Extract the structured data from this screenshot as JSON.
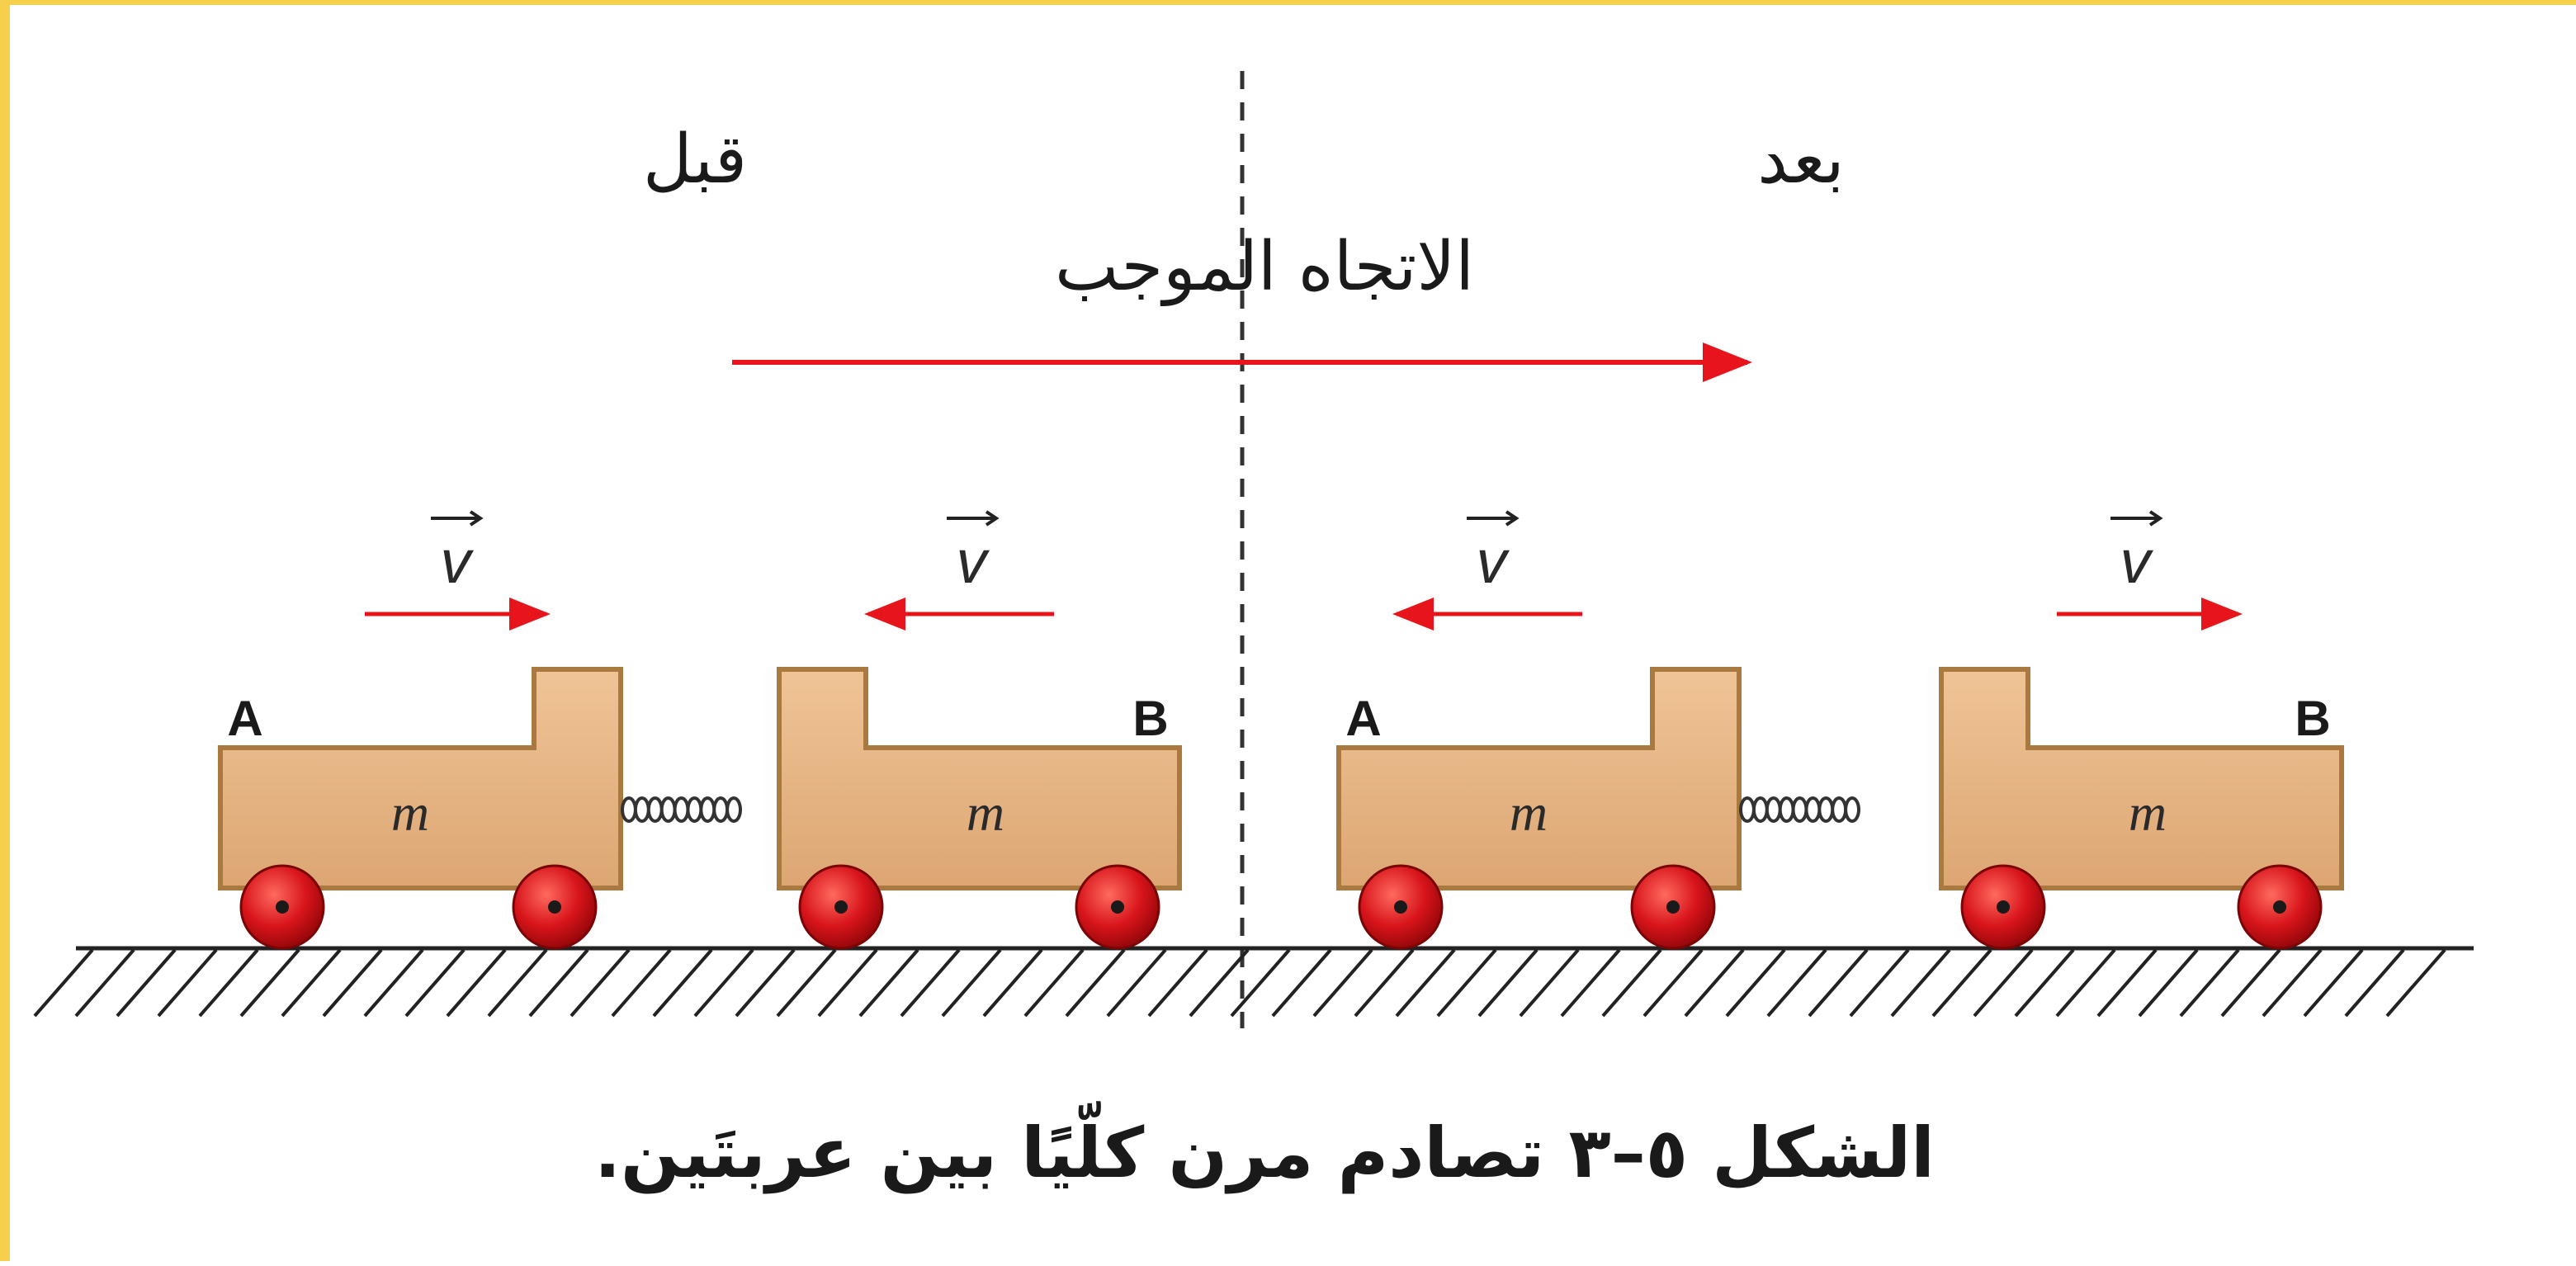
{
  "labels": {
    "before": "قبل",
    "after": "بعد",
    "positive_direction": "الاتجاه الموجب",
    "caption": "الشكل ٥–٣  تصادم مرن كلّيًا بين عربتَين."
  },
  "velocity_symbol": "v",
  "mass_symbol": "m",
  "cart_labels": {
    "a": "A",
    "b": "B"
  },
  "colors": {
    "cart_fill": "#e8b886",
    "cart_stroke": "#a9793f",
    "wheel": "#cc1111",
    "arrow": "#e8141b",
    "frame": "#f6d04d",
    "ground": "#222222"
  }
}
